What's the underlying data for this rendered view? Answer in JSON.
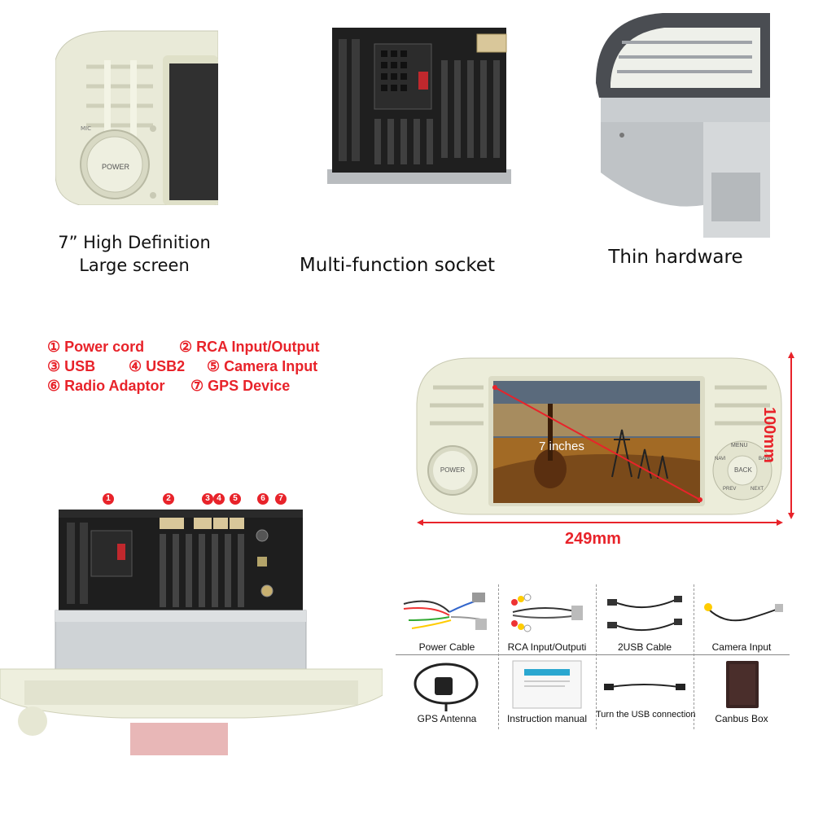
{
  "top_panels": [
    {
      "caption_line1": "7” High Definition",
      "caption_line2": "Large screen",
      "power_label": "POWER"
    },
    {
      "caption": "Multi-function socket"
    },
    {
      "caption": "Thin hardware"
    }
  ],
  "legend": {
    "items": [
      {
        "num": "①",
        "label": "Power cord"
      },
      {
        "num": "②",
        "label": "RCA Input/Output"
      },
      {
        "num": "③",
        "label": "USB"
      },
      {
        "num": "④",
        "label": "USB2"
      },
      {
        "num": "⑤",
        "label": "Camera Input"
      },
      {
        "num": "⑥",
        "label": "Radio Adaptor"
      },
      {
        "num": "⑦",
        "label": "GPS Device"
      }
    ],
    "color": "#e8232a"
  },
  "rear_markers": [
    "1",
    "2",
    "3",
    "4",
    "5",
    "6",
    "7"
  ],
  "front_unit": {
    "screen_overlay": "7 inches",
    "power_label": "POWER",
    "buttons": [
      "MENU",
      "BACK",
      "NAVI",
      "BAND",
      "PREV",
      "NEXT"
    ],
    "width_label": "249mm",
    "height_label": "100mm"
  },
  "accessories": [
    {
      "label": "Power Cable",
      "icon": "wiring-harness-icon"
    },
    {
      "label": "RCA Input/Outputi",
      "icon": "rca-cable-icon"
    },
    {
      "label": "2USB Cable",
      "icon": "usb-cable-icon"
    },
    {
      "label": "Camera Input",
      "icon": "camera-cable-icon"
    },
    {
      "label": "GPS Antenna",
      "icon": "gps-antenna-icon"
    },
    {
      "label": "Instruction manual",
      "icon": "manual-icon"
    },
    {
      "label": "Turn the USB connection",
      "icon": "usb-adapter-icon"
    },
    {
      "label": "Canbus Box",
      "icon": "canbus-box-icon"
    }
  ]
}
